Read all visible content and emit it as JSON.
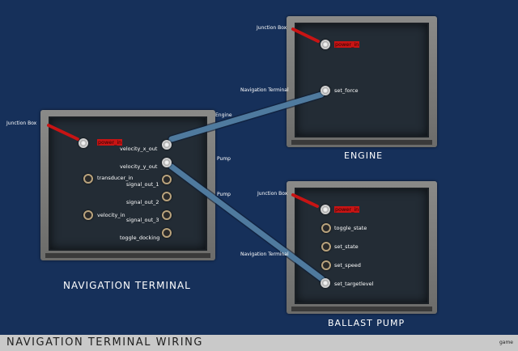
{
  "colors": {
    "background": "#16305a",
    "wire": "#4f7a9e",
    "power_wire": "#c81414",
    "panel_frame": "#7d7d7b",
    "panel_inner": "#232c35"
  },
  "nav_terminal": {
    "title": "NAVIGATION TERMINAL",
    "junction_label": "Junction Box",
    "connectors": {
      "power_in": "power_in",
      "transducer_in": "transducer_in",
      "velocity_in": "velocity_in",
      "velocity_x_out": "velocity_x_out",
      "velocity_y_out": "velocity_y_out",
      "signal_out_1": "signal_out_1",
      "signal_out_2": "signal_out_2",
      "signal_out_3": "signal_out_3",
      "toggle_docking": "toggle_docking"
    },
    "wire_labels": {
      "engine": "Engine",
      "pump": "Pump",
      "pump2": "Pump"
    }
  },
  "engine": {
    "title": "ENGINE",
    "junction_label": "Junction Box",
    "nav_label": "Navigation Terminal",
    "connectors": {
      "power_in": "power_in",
      "set_force": "set_force"
    }
  },
  "ballast_pump": {
    "title": "BALLAST PUMP",
    "junction_label": "Junction Box",
    "nav_label": "Navigation Terminal",
    "connectors": {
      "power_in": "power_in",
      "toggle_state": "toggle_state",
      "set_state": "set_state",
      "set_speed": "set_speed",
      "set_targetlevel": "set_targetlevel"
    }
  },
  "status_bar": {
    "title": "NAVIGATION TERMINAL WIRING",
    "tag": "game"
  }
}
